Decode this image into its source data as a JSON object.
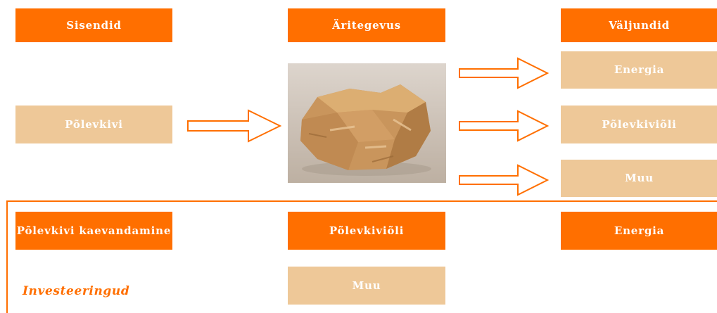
{
  "headers": {
    "inputs": "Sisendid",
    "business": "Äritegevus",
    "outputs": "Väljundid"
  },
  "input_item": "Põlevkivi",
  "output_items": [
    "Energia",
    "Põlevkiviõli",
    "Muu"
  ],
  "photo": {
    "subject": "oil shale rock",
    "icon": "rock-photo"
  },
  "investments": {
    "label": "Investeeringud",
    "items": [
      "Põlevkivi kaevandamine",
      "Põlevkiviõli",
      "Energia",
      "Muu"
    ]
  },
  "colors": {
    "dark_orange": "#ff6f00",
    "light_tan": "#eec898",
    "text": "#ffffff"
  }
}
